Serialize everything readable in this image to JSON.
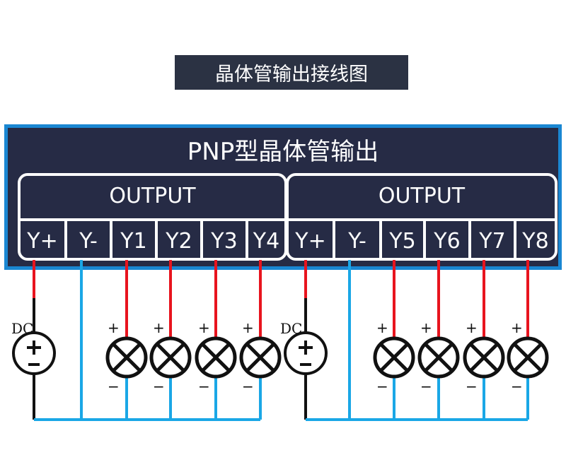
{
  "title": "晶体管输出接线图",
  "panel_title": "PNP型晶体管输出",
  "groups": [
    {
      "label": "OUTPUT",
      "terminals": [
        "Y+",
        "Y-",
        "Y1",
        "Y2",
        "Y3",
        "Y4"
      ]
    },
    {
      "label": "OUTPUT",
      "terminals": [
        "Y+",
        "Y-",
        "Y5",
        "Y6",
        "Y7",
        "Y8"
      ]
    }
  ],
  "dc_label": "DC",
  "plus_sign": "+",
  "minus_sign": "−",
  "colors": {
    "title_bg": "#2b3243",
    "panel_bg": "#262b45",
    "panel_border": "#1a87d2",
    "positive_wire": "#e8141e",
    "negative_wire": "#1aa7e6",
    "dc_wire": "#111111"
  }
}
